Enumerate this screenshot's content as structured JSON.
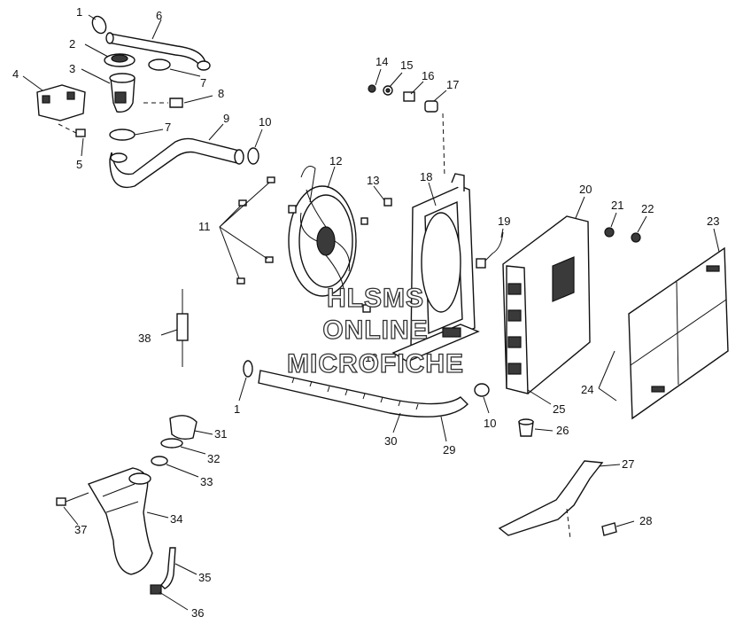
{
  "watermark": [
    "HLSMS",
    "ONLINE",
    "MICROFICHE"
  ],
  "callouts": {
    "c1a": "1",
    "c1b": "1",
    "c2": "2",
    "c3": "3",
    "c4": "4",
    "c5": "5",
    "c6": "6",
    "c7a": "7",
    "c7b": "7",
    "c8": "8",
    "c9": "9",
    "c10a": "10",
    "c10b": "10",
    "c11": "11",
    "c12": "12",
    "c13a": "13",
    "c13b": "13",
    "c14": "14",
    "c15": "15",
    "c16": "16",
    "c17": "17",
    "c18": "18",
    "c19": "19",
    "c20": "20",
    "c21": "21",
    "c22": "22",
    "c23": "23",
    "c24": "24",
    "c25": "25",
    "c26": "26",
    "c27": "27",
    "c28": "28",
    "c29": "29",
    "c30": "30",
    "c31": "31",
    "c32": "32",
    "c33": "33",
    "c34": "34",
    "c35": "35",
    "c36": "36",
    "c37": "37",
    "c38": "38"
  }
}
